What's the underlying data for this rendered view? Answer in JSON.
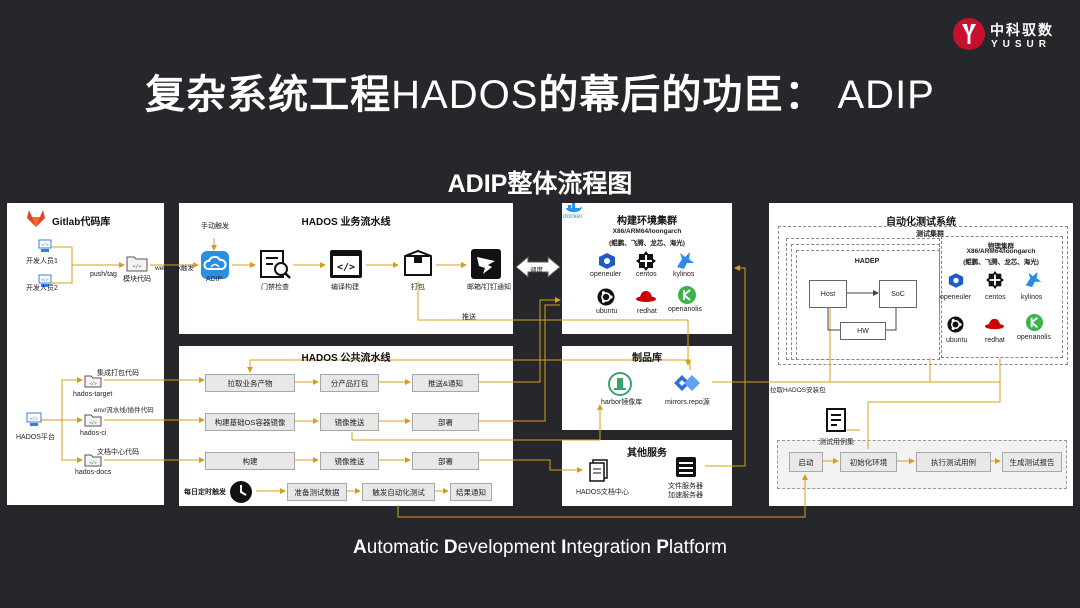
{
  "title_cn": "复杂系统工程",
  "title_hados": "HADOS",
  "title_mid": "的幕后的功臣：",
  "title_adip": "ADIP",
  "subtitle": "ADIP整体流程图",
  "bottom": {
    "A": "A",
    "a_rest": "utomatic ",
    "D": "D",
    "d_rest": "evelopment ",
    "I": "I",
    "i_rest": "ntegration ",
    "P": "P",
    "p_rest": "latform"
  },
  "logo": {
    "cn": "中科驭数",
    "en": "YUSUR",
    "brand_color": "#c8102e"
  },
  "colors": {
    "background": "#26272b",
    "flow_line": "#d4a017",
    "panel": "#ffffff",
    "box_fill": "#e8e8e8"
  },
  "gitlab": {
    "title": "Gitlab代码库",
    "dev1": "开发人员1",
    "dev2": "开发人员2",
    "push_tag": "push/tag",
    "module_code": "模块代码",
    "webhook": "webhook触发",
    "hados_platform": "HADOS平台",
    "target_desc": "集成打包代码",
    "target": "hados-target",
    "ci_desc": "env/流水线/插件代码",
    "ci": "hados-ci",
    "docs_desc": "文档中心代码",
    "docs": "hados-docs"
  },
  "biz_pipeline": {
    "title": "HADOS 业务流水线",
    "manual": "手动触发",
    "steps": [
      "ADIP",
      "门禁检查",
      "编译构建",
      "打包",
      "邮箱/钉钉通知"
    ],
    "push": "推送",
    "schedule": "调度"
  },
  "public_pipeline": {
    "title": "HADOS 公共流水线",
    "row1": [
      "拉取业务产物",
      "分产品打包",
      "推送&通知"
    ],
    "row2": [
      "构建基础OS容器镜像",
      "镜像推送",
      "部署"
    ],
    "row3": [
      "构建",
      "镜像推送",
      "部署"
    ],
    "daily": "每日定时触发",
    "row4": [
      "准备测试数据",
      "触发自动化测试",
      "结果通知"
    ]
  },
  "build_cluster": {
    "title": "构建环境集群",
    "docker": "docker",
    "arch": "X86/ARM64/loongarch",
    "vendors": "(鲲鹏、飞腾、龙芯、海光)",
    "os": [
      "openeuler",
      "centos",
      "kylinos",
      "ubuntu",
      "redhat",
      "openanolis"
    ]
  },
  "artifact": {
    "title": "制品库",
    "harbor": "harbor镜像库",
    "mirrors": "mirrors.repo源",
    "pull_pkg": "拉取HADOS安装包"
  },
  "other": {
    "title": "其他服务",
    "doc_center": "HADOS文档中心",
    "file_server": "文件服务器",
    "accel_server": "加速服务器"
  },
  "autotest": {
    "title": "自动化测试系统",
    "test_cluster": "测试集群",
    "hadep": "HADEP",
    "host": "Host",
    "soc": "SoC",
    "hw": "HW",
    "phys_cluster": "物理集群",
    "arch": "X86/ARM64/loongarch",
    "vendors": "(鲲鹏、飞腾、龙芯、海光)",
    "os": [
      "openeuler",
      "centos",
      "kylinos",
      "ubuntu",
      "redhat",
      "openanolis"
    ],
    "cases": "测试用例集",
    "steps": [
      "启动",
      "初始化环境",
      "执行测试用例",
      "生成测试报告"
    ]
  }
}
